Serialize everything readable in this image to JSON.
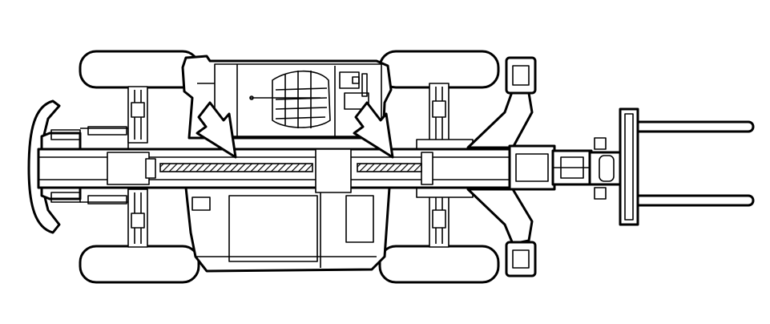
{
  "diagram": {
    "view": "top",
    "subject": "telehandler-chassis",
    "colors": {
      "line": "#000000",
      "background": "#ffffff",
      "hatch": "#000000"
    },
    "callout_arrows": [
      {
        "name": "left-frame-point-arrow",
        "points_to": "left-hatched-frame-section"
      },
      {
        "name": "right-frame-point-arrow",
        "points_to": "right-hatched-frame-section"
      }
    ]
  }
}
